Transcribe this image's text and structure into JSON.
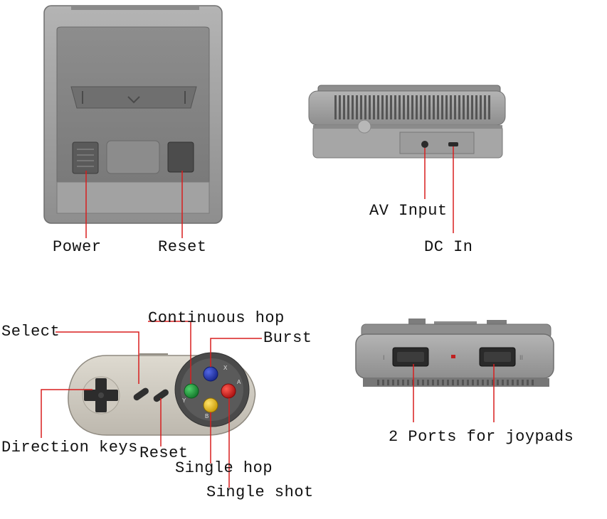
{
  "labels": {
    "power": "Power",
    "reset_console": "Reset",
    "av_input": "AV Input",
    "dc_in": "DC In",
    "continuous_hop": "Continuous hop",
    "select": "Select",
    "burst": "Burst",
    "direction_keys": "Direction keys",
    "reset_pad": "Reset",
    "single_hop": "Single hop",
    "single_shot": "Single shot",
    "ports": "2 Ports for joypads"
  },
  "controller_letters": {
    "x": "X",
    "y": "Y",
    "a": "A",
    "b": "B"
  },
  "port_numerals": {
    "left": "I",
    "right": "II"
  },
  "colors": {
    "leader_line": "#d81e1e",
    "console_gray": "#9a9a9a",
    "button_green": "#1f9a3a",
    "button_blue": "#2438b8",
    "button_red": "#d8201e",
    "button_yellow": "#f2c418"
  }
}
